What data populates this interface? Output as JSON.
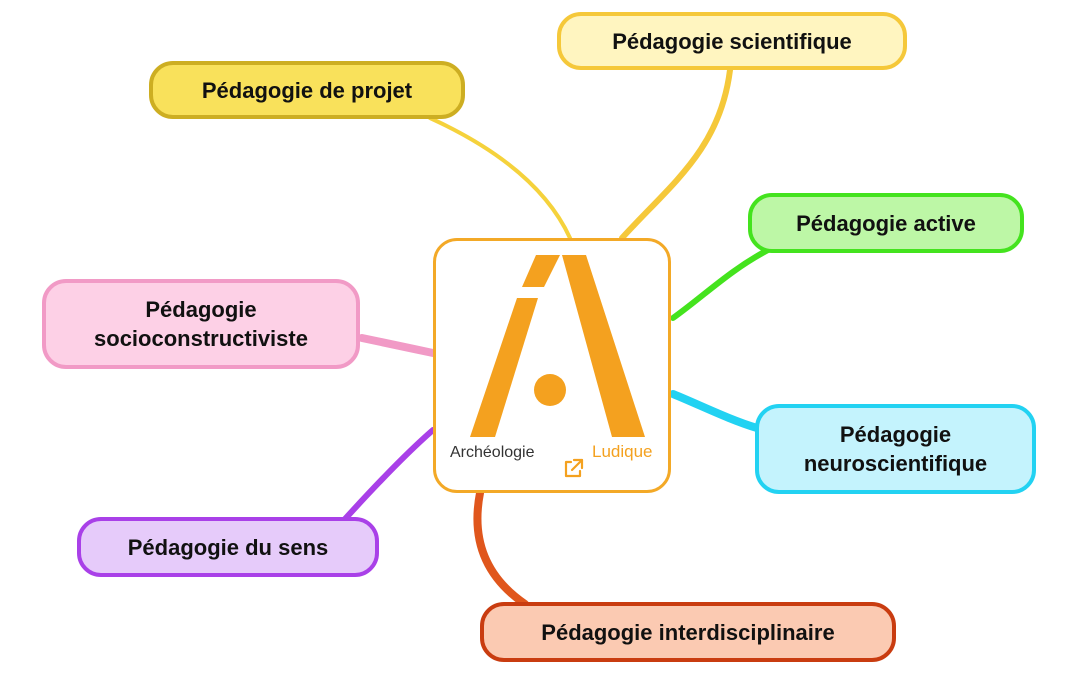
{
  "center": {
    "word_left": "Archéologie",
    "word_right": "Ludique",
    "icon": "external-link-icon",
    "logo_color": "#f4a11f"
  },
  "branches": [
    {
      "id": "projet",
      "label": "Pédagogie de projet",
      "color": "#f5d23c"
    },
    {
      "id": "scientifique",
      "label": "Pédagogie scientifique",
      "color": "#f5c83a"
    },
    {
      "id": "active",
      "label": "Pédagogie active",
      "color": "#44e31e"
    },
    {
      "id": "socio",
      "label": "Pédagogie\nsocioconstructiviste",
      "color": "#f19ac6"
    },
    {
      "id": "neuro",
      "label": "Pédagogie\nneuroscientifique",
      "color": "#22d2f2"
    },
    {
      "id": "sens",
      "label": "Pédagogie du sens",
      "color": "#a940e8"
    },
    {
      "id": "inter",
      "label": "Pédagogie interdisciplinaire",
      "color": "#e0561c"
    }
  ]
}
